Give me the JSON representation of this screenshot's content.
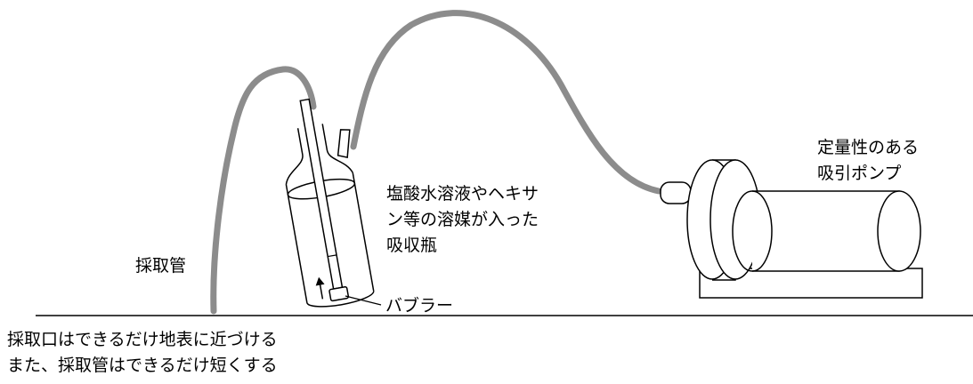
{
  "labels": {
    "pump": [
      "定量性のある",
      "吸引ポンプ"
    ],
    "bottle": [
      "塩酸水溶液やヘキサ",
      "ン等の溶媒が入った",
      "吸収瓶"
    ],
    "tube": "採取管",
    "bubbler": "バブラー",
    "note": [
      "採取口はできるだけ地表に近づける",
      "また、採取管はできるだけ短くする"
    ]
  },
  "colors": {
    "tube": "#8c8c8c",
    "line": "#000000",
    "background": "#ffffff"
  }
}
